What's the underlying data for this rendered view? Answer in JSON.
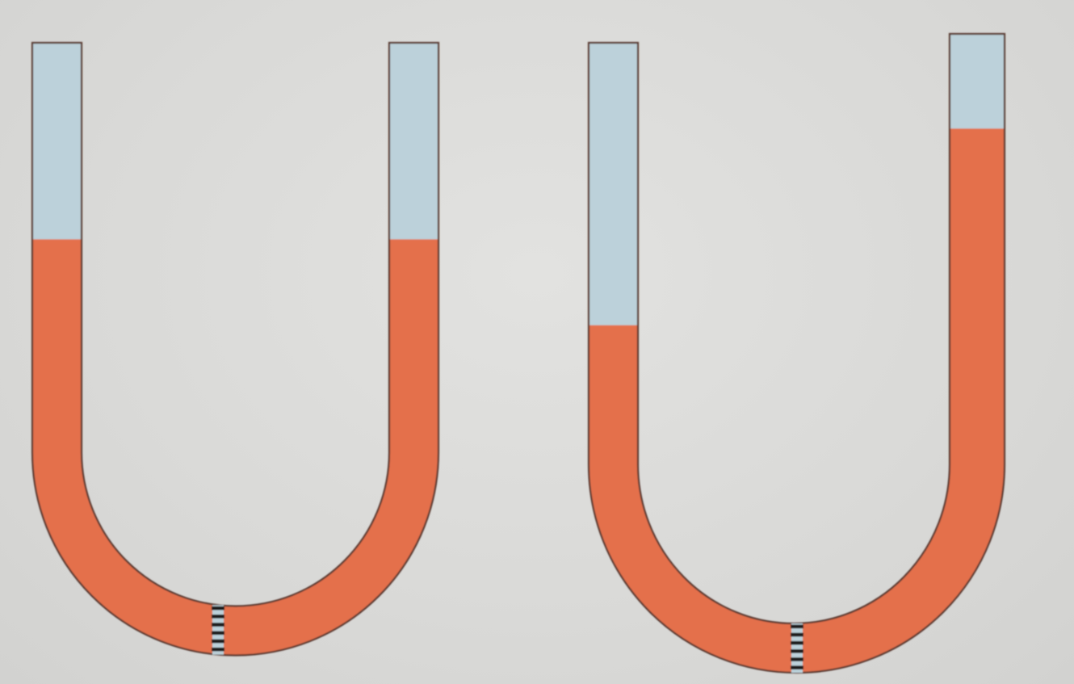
{
  "colors": {
    "background": "#dcdcda",
    "air": "#bcd1da",
    "liquid": "#e46f4b",
    "outline": "#5a3a30",
    "membrane": "#1a1a1a"
  },
  "tubes": [
    {
      "name": "u-tube-equal-levels",
      "membrane": "semipermeable-membrane-at-bottom",
      "left_liquid_level": 0.52,
      "right_liquid_level": 0.52
    },
    {
      "name": "u-tube-unequal-levels",
      "membrane": "semipermeable-membrane-at-bottom",
      "left_liquid_level": 0.33,
      "right_liquid_level": 0.78
    }
  ]
}
